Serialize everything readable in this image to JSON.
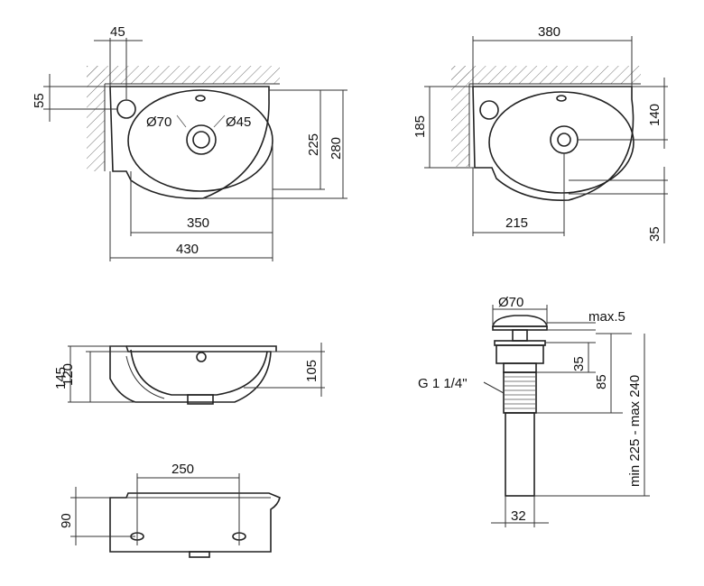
{
  "top_view_left": {
    "dim_width_top": "45",
    "dim_vertical_left": "55",
    "label_outlet": "Ø70",
    "label_overflow": "Ø45",
    "dim_225": "225",
    "dim_280": "280",
    "dim_350": "350",
    "dim_430": "430"
  },
  "top_view_right": {
    "dim_380": "380",
    "dim_185": "185",
    "dim_140": "140",
    "dim_215": "215",
    "dim_35": "35"
  },
  "front_view": {
    "dim_145": "145",
    "dim_120": "120",
    "dim_105": "105"
  },
  "back_view": {
    "dim_250": "250",
    "dim_90": "90"
  },
  "drain": {
    "dim_d70": "Ø70",
    "dim_max5": "max.5",
    "dim_35": "35",
    "dim_85": "85",
    "dim_range": "min 225 - max 240",
    "thread": "G 1 1/4\"",
    "dim_32": "32"
  }
}
